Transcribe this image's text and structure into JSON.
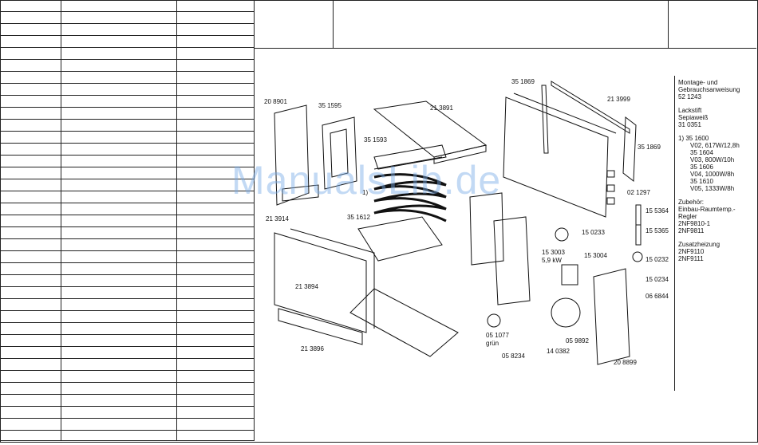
{
  "table": {
    "row_count": 38
  },
  "part_labels": [
    {
      "id": "p1",
      "text": "35 1869"
    },
    {
      "id": "p2",
      "text": "21 3999"
    },
    {
      "id": "p3",
      "text": "20 8901"
    },
    {
      "id": "p4",
      "text": "35 1595"
    },
    {
      "id": "p5",
      "text": "21 3891"
    },
    {
      "id": "p6",
      "text": "35 1593"
    },
    {
      "id": "p7",
      "text": "35 1869"
    },
    {
      "id": "p8",
      "text": "02 1297"
    },
    {
      "id": "p9",
      "text": "21 3914"
    },
    {
      "id": "p10",
      "text": "35 1612"
    },
    {
      "id": "p11",
      "text": "15 5364"
    },
    {
      "id": "p12",
      "text": "15 5365"
    },
    {
      "id": "p13",
      "text": "15 0233"
    },
    {
      "id": "p14",
      "text": "21 3894"
    },
    {
      "id": "p15",
      "text": "15 3003"
    },
    {
      "id": "p16",
      "text": "5,9 kW"
    },
    {
      "id": "p17",
      "text": "15 3004"
    },
    {
      "id": "p18",
      "text": "15 0232"
    },
    {
      "id": "p19",
      "text": "15 0234"
    },
    {
      "id": "p20",
      "text": "06 6844"
    },
    {
      "id": "p21",
      "text": "05 1077"
    },
    {
      "id": "p22",
      "text": "grün"
    },
    {
      "id": "p23",
      "text": "05 9892"
    },
    {
      "id": "p24",
      "text": "21 3896"
    },
    {
      "id": "p25",
      "text": "14 0382"
    },
    {
      "id": "p26",
      "text": "05 8234"
    },
    {
      "id": "p27",
      "text": "20 8899"
    },
    {
      "id": "p28",
      "text": "1)"
    }
  ],
  "notes": {
    "manual": [
      "Montage- und",
      "Gebrauchsanweisung",
      "52 1243"
    ],
    "lackstift": [
      "Lackstift",
      "Sepiaweiß",
      "31 0351"
    ],
    "variants": [
      {
        "text": "1)  35 1600",
        "indent": false
      },
      {
        "text": "V02, 617W/12,8h",
        "indent": true
      },
      {
        "text": "35 1604",
        "indent": true
      },
      {
        "text": "V03, 800W/10h",
        "indent": true
      },
      {
        "text": "35 1606",
        "indent": true
      },
      {
        "text": "V04, 1000W/8h",
        "indent": true
      },
      {
        "text": "35 1610",
        "indent": true
      },
      {
        "text": "V05, 1333W/8h",
        "indent": true
      }
    ],
    "zubehoer": [
      "Zubehör:",
      "Einbau-Raumtemp.-",
      "Regler",
      "2NF9810-1",
      "2NF9811"
    ],
    "zusatz": [
      "Zusatzheizung",
      "2NF9110",
      "2NF9111"
    ]
  },
  "watermark": "ManualsLib.de"
}
